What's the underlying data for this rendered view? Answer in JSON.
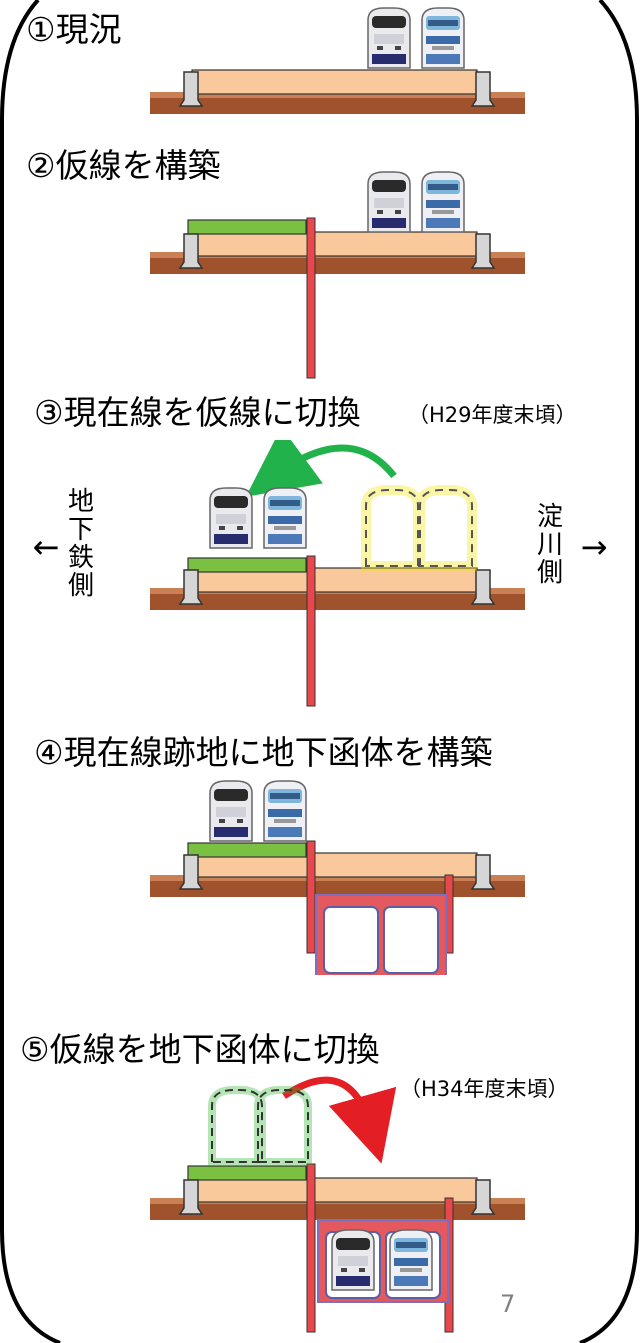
{
  "steps": [
    {
      "label": "①現況"
    },
    {
      "label": "②仮線を構築"
    },
    {
      "label": "③現在線を仮線に切換",
      "note": "（H29年度末頃）"
    },
    {
      "label": "④現在線跡地に地下函体を構築"
    },
    {
      "label": "⑤仮線を地下函体に切換",
      "note": "（H34年度末頃）"
    }
  ],
  "directions": {
    "left": {
      "arrow": "←",
      "chars": [
        "地",
        "下",
        "鉄",
        "側"
      ]
    },
    "right": {
      "arrow": "→",
      "chars": [
        "淀",
        "川",
        "側"
      ]
    }
  },
  "page_number": "7",
  "colors": {
    "embankment": "#f9c99b",
    "ground": "#a0522d",
    "temporary_track": "#7ac143",
    "wall": "#e8474c",
    "box_fill": "#e4595e",
    "arrow_green": "#22b24c",
    "arrow_red": "#e31e24",
    "ghost_yellow": "#f2e600",
    "ghost_green": "#2fb52f"
  }
}
